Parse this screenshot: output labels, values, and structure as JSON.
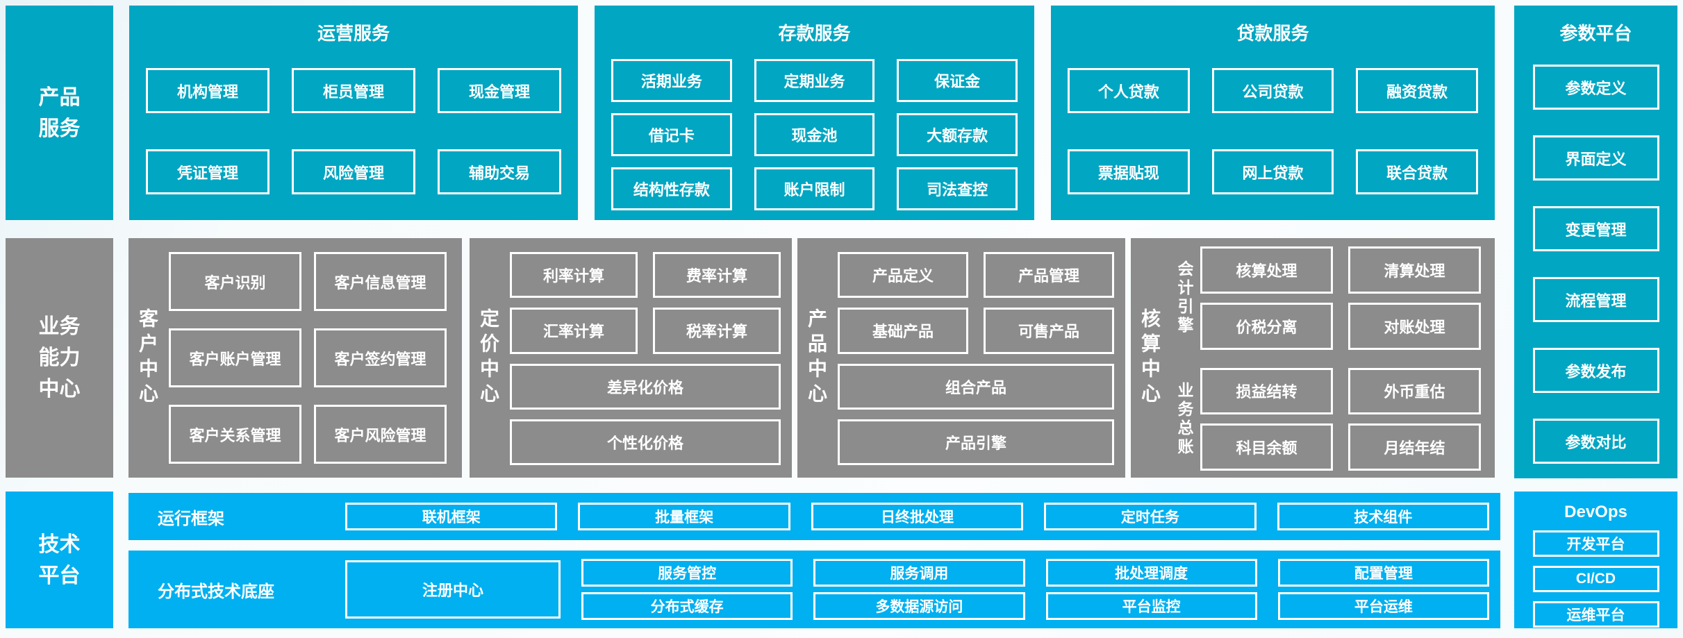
{
  "palette": {
    "teal": "#00A6C2",
    "gray": "#8C8C8C",
    "blue": "#00B0F0",
    "page_bg": "#F4FAFC"
  },
  "top": {
    "rail": "产品\n服务",
    "groups": [
      {
        "title": "运营服务",
        "items": [
          "机构管理",
          "柜员管理",
          "现金管理",
          "凭证管理",
          "风险管理",
          "辅助交易"
        ]
      },
      {
        "title": "存款服务",
        "items": [
          "活期业务",
          "定期业务",
          "保证金",
          "借记卡",
          "现金池",
          "大额存款",
          "结构性存款",
          "账户限制",
          "司法查控"
        ]
      },
      {
        "title": "贷款服务",
        "items": [
          "个人贷款",
          "公司贷款",
          "融资贷款",
          "票据贴现",
          "网上贷款",
          "联合贷款"
        ]
      }
    ]
  },
  "middle": {
    "rail": "业务\n能力\n中心",
    "customer": {
      "title": "客户中心",
      "items": [
        "客户识别",
        "客户信息管理",
        "客户账户管理",
        "客户签约管理",
        "客户关系管理",
        "客户风险管理"
      ]
    },
    "pricing": {
      "title": "定价中心",
      "small": [
        "利率计算",
        "费率计算",
        "汇率计算",
        "税率计算"
      ],
      "wide": [
        "差异化价格",
        "个性化价格"
      ]
    },
    "product": {
      "title": "产品中心",
      "small": [
        "产品定义",
        "产品管理",
        "基础产品",
        "可售产品"
      ],
      "wide": [
        "组合产品",
        "产品引擎"
      ]
    },
    "accounting": {
      "title": "核算中心",
      "subgroups": [
        {
          "label": "会计引擎",
          "items": [
            "核算处理",
            "清算处理",
            "价税分离",
            "对账处理"
          ]
        },
        {
          "label": "业务总账",
          "items": [
            "损益结转",
            "外币重估",
            "科目余额",
            "月结年结"
          ]
        }
      ]
    }
  },
  "bottom": {
    "rail": "技术\n平台",
    "runtime": {
      "label": "运行框架",
      "items": [
        "联机框架",
        "批量框架",
        "日终批处理",
        "定时任务",
        "技术组件"
      ]
    },
    "base": {
      "label": "分布式技术底座",
      "registry": "注册中心",
      "grid": [
        "服务管控",
        "服务调用",
        "批处理调度",
        "配置管理",
        "分布式缓存",
        "多数据源访问",
        "平台监控",
        "平台运维"
      ]
    }
  },
  "right": {
    "params": {
      "title": "参数平台",
      "items": [
        "参数定义",
        "界面定义",
        "变更管理",
        "流程管理",
        "参数发布",
        "参数对比"
      ]
    },
    "devops": {
      "title": "DevOps",
      "items": [
        "开发平台",
        "CI/CD",
        "运维平台"
      ]
    }
  }
}
